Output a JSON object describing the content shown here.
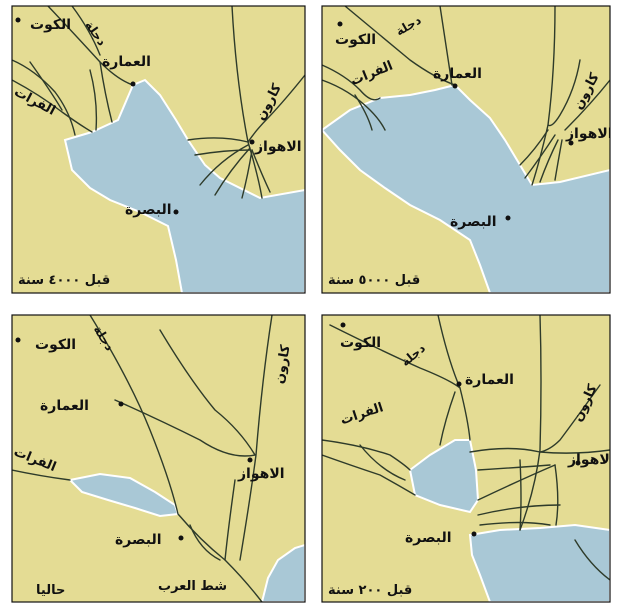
{
  "panels": [
    {
      "caption": "قبل ٤٠٠٠ سنة",
      "labels": {
        "kut": "الكوت",
        "tigris": "دجلة",
        "amarah": "العمارة",
        "euphrates": "الفرات",
        "karun": "كارون",
        "ahwaz": "الاهواز",
        "basra": "البصرة"
      }
    },
    {
      "caption": "قبل ٥٠٠٠ سنة",
      "labels": {
        "kut": "الكوت",
        "tigris": "دجلة",
        "amarah": "العمارة",
        "euphrates": "الفرات",
        "karun": "كارون",
        "ahwaz": "الاهواز",
        "basra": "البصرة"
      }
    },
    {
      "caption": "حاليا",
      "labels": {
        "kut": "الكوت",
        "tigris": "دجلة",
        "amarah": "العمارة",
        "euphrates": "الفرات",
        "karun": "كارون",
        "ahwaz": "الاهواز",
        "basra": "البصرة",
        "shatt": "شط العرب"
      }
    },
    {
      "caption": "قبل ٢٠٠ سنة",
      "labels": {
        "kut": "الكوت",
        "tigris": "دجلة",
        "amarah": "العمارة",
        "euphrates": "الفرات",
        "karun": "كارون",
        "ahwaz": "الاهواز",
        "basra": "البصرة"
      }
    }
  ],
  "colors": {
    "land": "#e4dc94",
    "water": "#a9c8d6",
    "river": "#2e3b2a",
    "frame": "#111111"
  }
}
